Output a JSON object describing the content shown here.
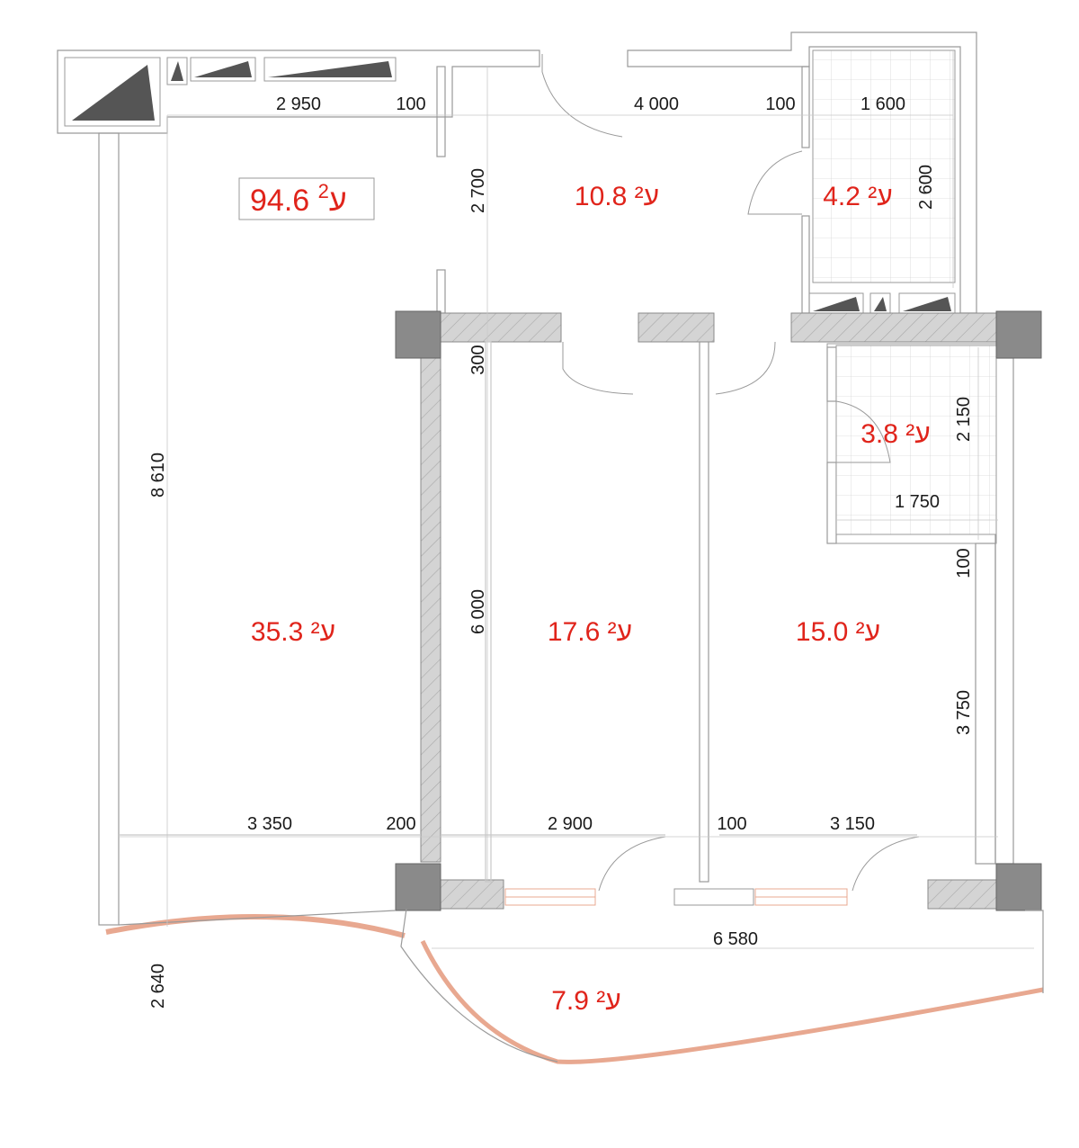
{
  "colors": {
    "area_text": "#e0241b",
    "wall_fill": "#d4d4d4",
    "column_fill": "#8a8a8a",
    "line": "#9a9a9a",
    "thin_line": "#c8c8c8",
    "window": "#e8a890"
  },
  "total_area": {
    "value": "94.6",
    "unit": "ע",
    "exponent": "2"
  },
  "rooms": [
    {
      "id": "hall",
      "area": "10.8 ע²"
    },
    {
      "id": "bath-1",
      "area": "4.2 ע²"
    },
    {
      "id": "bath-2",
      "area": "3.8 ע²"
    },
    {
      "id": "living",
      "area": "35.3 ע²"
    },
    {
      "id": "bedroom-1",
      "area": "17.6 ע²"
    },
    {
      "id": "bedroom-2",
      "area": "15.0 ע²"
    },
    {
      "id": "balcony",
      "area": "7.9 ע²"
    }
  ],
  "dimensions": {
    "top_living_width": "2 950",
    "top_wall_1": "100",
    "top_hall_width": "4 000",
    "top_wall_2": "100",
    "top_bath_width": "1 600",
    "hall_depth": "2 700",
    "bath_1_depth": "2 600",
    "wall_300": "300",
    "bath_2_depth": "2 150",
    "bath_2_width": "1 750",
    "wall_100_right": "100",
    "living_depth": "8 610",
    "bedroom_depth": "6 000",
    "bedroom_2_depth": "3 750",
    "bottom_living_width": "3 350",
    "bottom_wall_200": "200",
    "bottom_bedroom_1_width": "2 900",
    "bottom_wall_100": "100",
    "bottom_bedroom_2_width": "3 150",
    "balcony_width": "6 580",
    "balcony_depth": "2 640"
  }
}
